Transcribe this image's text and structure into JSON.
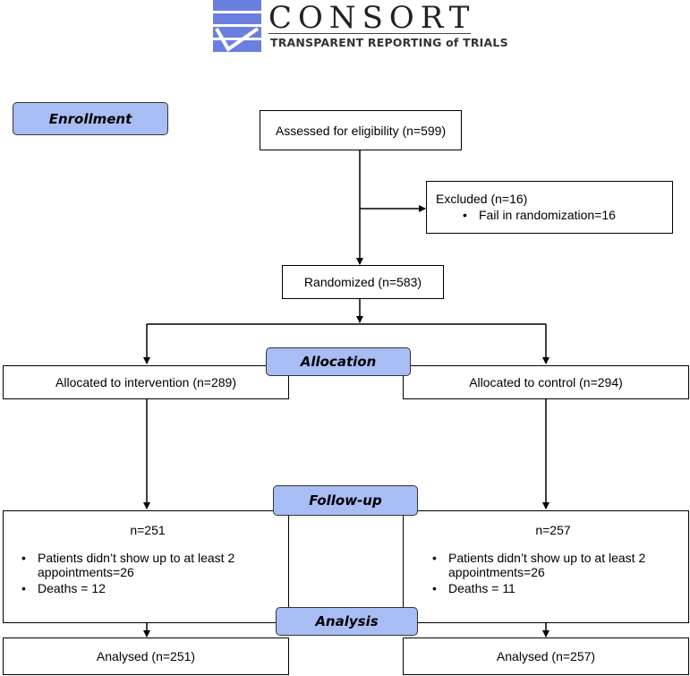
{
  "logo": {
    "wordmark": "CONSORT",
    "tagline": "TRANSPARENT REPORTING of TRIALS",
    "color": "#6b7fe0"
  },
  "stages": {
    "enrollment": "Enrollment",
    "allocation": "Allocation",
    "follow_up": "Follow-up",
    "analysis": "Analysis"
  },
  "stage_color": "#a9bdf5",
  "boxes": {
    "assessed": "Assessed for eligibility (n=599)",
    "excluded": {
      "title": "Excluded (n=16)",
      "items": [
        "Fail in randomization=16"
      ]
    },
    "randomized": "Randomized (n=583)",
    "allocated_intervention": "Allocated to intervention (n=289)",
    "allocated_control": "Allocated to control (n=294)",
    "followup_intervention": {
      "n": "n=251",
      "items": [
        "Patients didn’t show up to at least 2 appointments=26",
        "Deaths = 12"
      ]
    },
    "followup_control": {
      "n": "n=257",
      "items": [
        "Patients didn’t show up to at least 2 appointments=26",
        "Deaths = 11"
      ]
    },
    "analysed_intervention": "Analysed (n=251)",
    "analysed_control": "Analysed (n=257)"
  }
}
